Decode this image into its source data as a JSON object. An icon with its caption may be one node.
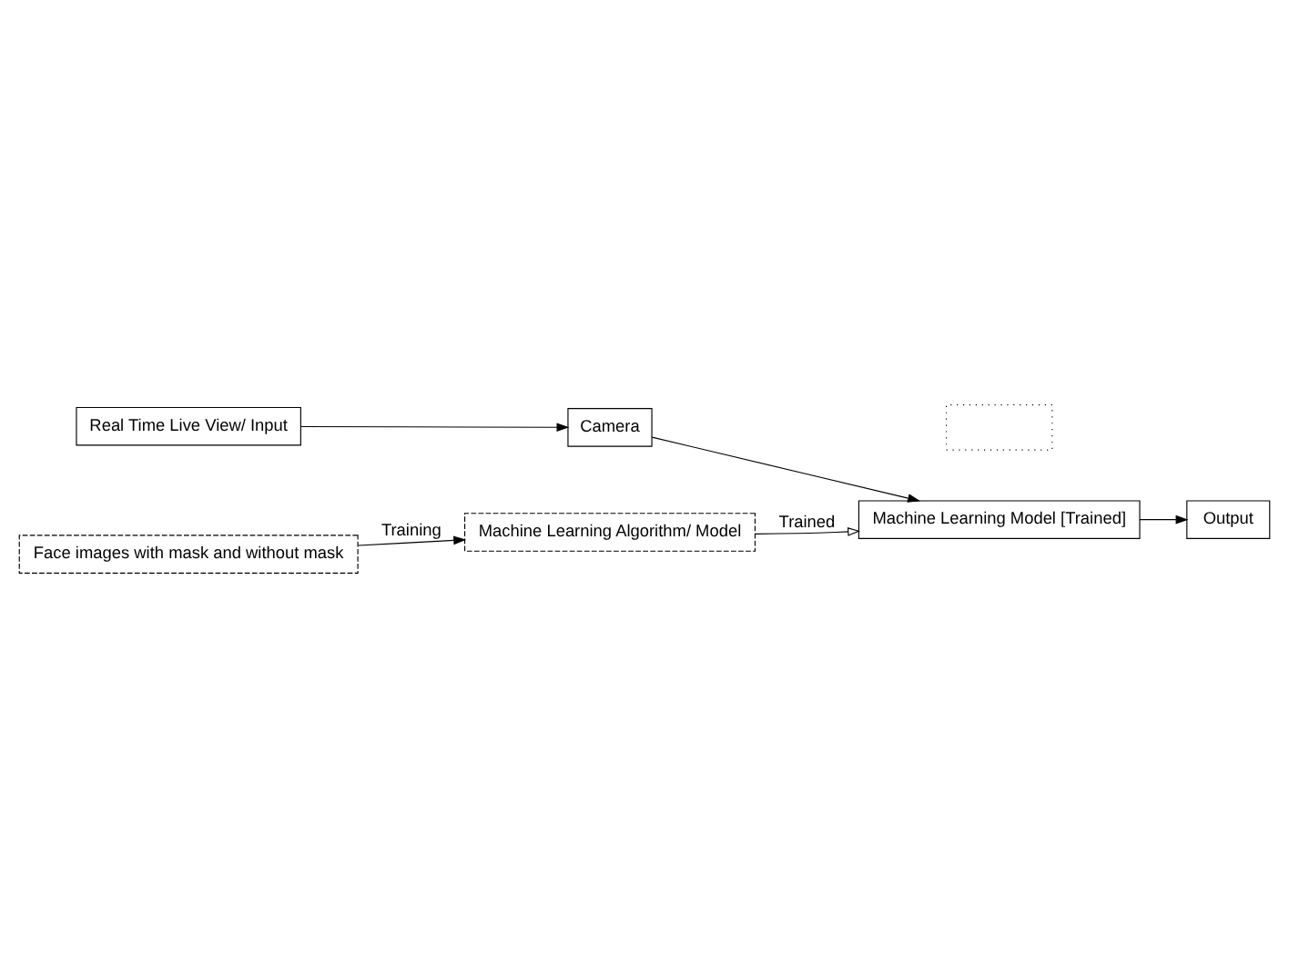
{
  "diagram": {
    "nodes": [
      {
        "text": [
          "Real Time Live View/ Input"
        ]
      },
      {
        "text": [
          "Camera"
        ]
      },
      {
        "text": [
          "Machine Learning Model [Trained]"
        ]
      },
      {
        "text": [
          "Output"
        ]
      },
      {
        "text": [],
        "shape": "box"
      },
      {
        "text": [
          "Face images with mask and without mask"
        ]
      },
      {
        "text": [
          "Machine Learning Algorithm/ Model"
        ]
      }
    ],
    "edges": [
      {
        "from": 0,
        "to": 1,
        "arrow": "to"
      },
      {
        "from": 1,
        "to": 2,
        "arrow": "to"
      },
      {
        "from": 2,
        "to": 3,
        "arrow": "to"
      },
      {
        "from": 5,
        "to": 6,
        "arrow": "to",
        "label": "Training"
      },
      {
        "from": 6,
        "to": 2,
        "arrow": "to",
        "label": "Trained"
      }
    ]
  }
}
